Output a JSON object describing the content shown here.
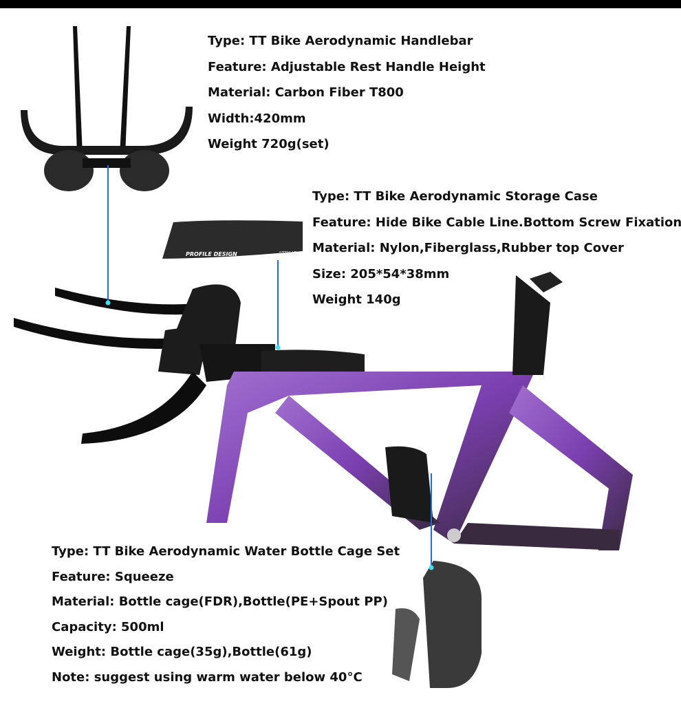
{
  "handlebar": {
    "specs": [
      "Type: TT Bike Aerodynamic Handlebar",
      "Feature: Adjustable Rest Handle Height",
      "Material: Carbon Fiber T800",
      "Width:420mm",
      "Weight 720g(set)"
    ]
  },
  "storage_case": {
    "brand_logo": "PROFILE DESIGN",
    "model_logo": "ATTK IC",
    "specs": [
      "Type: TT Bike Aerodynamic Storage Case",
      "Feature: Hide Bike Cable Line.Bottom Screw Fixation",
      "Material: Nylon,Fiberglass,Rubber top Cover",
      "Size: 205*54*38mm",
      "Weight 140g"
    ]
  },
  "bottle_cage": {
    "specs": [
      "Type: TT Bike Aerodynamic Water Bottle Cage Set",
      "Feature: Squeeze",
      "Material: Bottle cage(FDR),Bottle(PE+Spout PP)",
      "Capacity: 500ml",
      "Weight: Bottle cage(35g),Bottle(61g)",
      "Note: suggest using warm water below 40°C"
    ]
  },
  "colors": {
    "frame": "#8a4fb8",
    "callout_line": "#1e6fe0",
    "callout_dot": "#3fe0f0",
    "text": "#111111"
  }
}
